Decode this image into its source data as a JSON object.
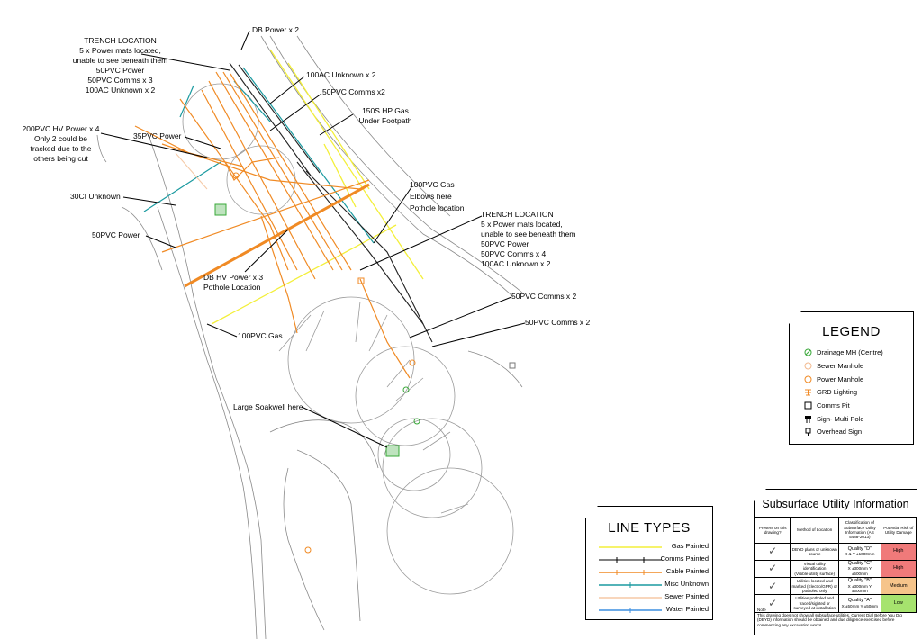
{
  "labels": {
    "trench1": [
      "TRENCH LOCATION",
      "5 x Power mats located,",
      "unable to see beneath them",
      "50PVC Power",
      "50PVC Comms x 3",
      "100AC Unknown x 2"
    ],
    "db_power": "DB Power x 2",
    "unknown_100ac": "100AC Unknown x 2",
    "comms_x2_top": "50PVC Comms x2",
    "hp_gas": [
      "150S HP Gas",
      "Under Footpath"
    ],
    "hv_power_4": [
      "200PVC HV Power x 4",
      "Only 2 could be",
      "tracked due to the",
      "others being cut"
    ],
    "power_35": "35PVC Power",
    "unknown_30ci": "30CI Unknown",
    "gas_elbows": [
      "100PVC Gas",
      "Elbows here",
      "Pothole location"
    ],
    "trench2": [
      "TRENCH LOCATION",
      "5 x Power mats located,",
      "unable to see beneath them",
      "50PVC Power",
      "50PVC Comms x 4",
      "100AC Unknown x 2"
    ],
    "power_50": "50PVC Power",
    "db_hv": [
      "DB HV Power x 3",
      "Pothole Location"
    ],
    "comms_x2_a": "50PVC Comms x 2",
    "comms_x2_b": "50PVC Comms x 2",
    "gas_100": "100PVC Gas",
    "soakwell": "Large Soakwell here"
  },
  "legend": {
    "title": "LEGEND",
    "items": [
      {
        "label": "Drainage MH (Centre)",
        "icon": "drainage-icon",
        "color": "#3aa83a"
      },
      {
        "label": "Sewer Manhole",
        "icon": "sewer-manhole-icon",
        "color": "#f2b98e"
      },
      {
        "label": "Power Manhole",
        "icon": "power-manhole-icon",
        "color": "#f08a24"
      },
      {
        "label": "GRD Lighting",
        "icon": "lighting-icon",
        "color": "#f08a24"
      },
      {
        "label": "Comms Pit",
        "icon": "comms-pit-icon",
        "color": "#000000"
      },
      {
        "label": "Sign- Multi Pole",
        "icon": "sign-multipole-icon",
        "color": "#000000"
      },
      {
        "label": "Overhead Sign",
        "icon": "overhead-sign-icon",
        "color": "#000000"
      }
    ]
  },
  "line_types": {
    "title": "LINE TYPES",
    "items": [
      {
        "label": "Gas Painted",
        "color": "#f3ef3a"
      },
      {
        "label": "Comms Painted",
        "color": "#000000"
      },
      {
        "label": "Cable Painted",
        "color": "#f08a24"
      },
      {
        "label": "Misc Unknown",
        "color": "#1a9aa0"
      },
      {
        "label": "Sewer Painted",
        "color": "#f5c9a6"
      },
      {
        "label": "Water Painted",
        "color": "#3d8fe0"
      }
    ]
  },
  "sui": {
    "title": "Subsurface Utility Information",
    "headers": [
      "Present on this drawing?",
      "Method of Location",
      "Classification of Subsurface Utility Information (AS 5488-2013)",
      "Potential Risk of Utility Damage"
    ],
    "rows": [
      {
        "tick": "✓",
        "method": "DBYD plans or unknown source",
        "quality": "Quality \"D\"",
        "quality_note": "X & Y ±1000mm",
        "risk": "High",
        "risk_color": "#f07a7a"
      },
      {
        "tick": "✓",
        "method": "Visual utility identification",
        "method_note": "(Visible utility surface)",
        "quality": "Quality \"C\"",
        "quality_note": "X ±300mm  Y ±500mm",
        "risk": "High",
        "risk_color": "#f07a7a"
      },
      {
        "tick": "✓",
        "method": "Utilities located and marked (Electro/GPR) or potholed only",
        "quality": "Quality \"B\"",
        "quality_note": "X ±300mm  Y ±500mm",
        "risk": "Medium",
        "risk_color": "#f6c48a"
      },
      {
        "tick": "✓",
        "method": "Utilities potholed and traced/sighted or surveyed at installation",
        "quality": "Quality \"A\"",
        "quality_note": "X ±50mm  Y ±50mm",
        "risk": "Low",
        "risk_color": "#a6e36e"
      }
    ],
    "note_title": "Note",
    "note": "This drawing does not show all subsurface utilities. Current Dial Before You Dig (DBYD) information should be obtained and due diligence exercised before commencing any excavation works."
  },
  "colors": {
    "gas": "#f3ef3a",
    "comms": "#222222",
    "cable": "#f08a24",
    "misc": "#1a9aa0",
    "sewer": "#f5c9a6",
    "water": "#3d8fe0",
    "base": "#8a8a8a"
  }
}
